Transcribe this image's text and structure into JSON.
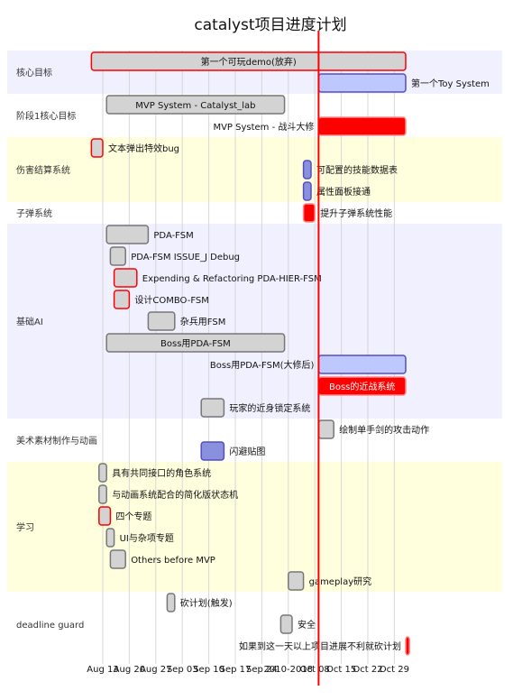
{
  "chart_data": {
    "type": "gantt",
    "title": "catalyst项目进度计划",
    "today": "2018-10-09",
    "x_ticks": [
      "Aug 13",
      "Aug 20",
      "Aug 27",
      "Sep 03",
      "Sep 10",
      "Sep 17",
      "Sep 24",
      "2010-2018",
      "Oct 08",
      "Oct 15",
      "Oct 22",
      "Oct 29"
    ],
    "colors": {
      "done_fill": "#d3d3d3",
      "done_border": "#777777",
      "active_fill": "#bfc7ff",
      "active_border": "#534fbc",
      "crit_fill": "#ff0000",
      "crit_border": "#ff8888",
      "section_odd": "#f1f0ff",
      "section_even": "#ffffff",
      "section_yellow": "#ffffde",
      "today_line": "#ff0000",
      "grid": "#d3d3d3"
    },
    "sections": [
      {
        "name": "核心目标",
        "tasks": [
          {
            "label": "第一个可玩demo(放弃)",
            "start": "2018-08-10",
            "end": "2018-11-01",
            "status": "done-crit"
          },
          {
            "label": "第一个Toy System",
            "start": "2018-10-09",
            "end": "2018-11-01",
            "status": "active"
          }
        ]
      },
      {
        "name": "阶段1核心目标",
        "tasks": [
          {
            "label": "MVP System - Catalyst_lab",
            "start": "2018-08-14",
            "end": "2018-09-30",
            "status": "done"
          },
          {
            "label": "MVP System - 战斗大修",
            "start": "2018-10-09",
            "end": "2018-11-01",
            "status": "crit"
          }
        ]
      },
      {
        "name": "伤害结算系统",
        "tasks": [
          {
            "label": "文本弹出特效bug",
            "start": "2018-08-10",
            "end": "2018-08-13",
            "status": "done-crit"
          },
          {
            "label": "可配置的技能数据表",
            "start": "2018-10-05",
            "end": "2018-10-07",
            "status": "active-done"
          },
          {
            "label": "属性面板接通",
            "start": "2018-10-05",
            "end": "2018-10-07",
            "status": "active-done"
          }
        ]
      },
      {
        "name": "子弹系统",
        "tasks": [
          {
            "label": "提升子弹系统性能",
            "start": "2018-10-05",
            "end": "2018-10-08",
            "status": "crit"
          }
        ]
      },
      {
        "name": "基础AI",
        "tasks": [
          {
            "label": "PDA-FSM",
            "start": "2018-08-14",
            "end": "2018-08-25",
            "status": "done"
          },
          {
            "label": "PDA-FSM ISSUE_J Debug",
            "start": "2018-08-15",
            "end": "2018-08-19",
            "status": "done"
          },
          {
            "label": "Expending & Refactoring PDA-HIER-FSM",
            "start": "2018-08-16",
            "end": "2018-08-22",
            "status": "done-crit"
          },
          {
            "label": "设计COMBO-FSM",
            "start": "2018-08-16",
            "end": "2018-08-20",
            "status": "done-crit"
          },
          {
            "label": "杂兵用FSM",
            "start": "2018-08-25",
            "end": "2018-09-01",
            "status": "done"
          },
          {
            "label": "Boss用PDA-FSM",
            "start": "2018-08-14",
            "end": "2018-09-30",
            "status": "done"
          },
          {
            "label": "Boss用PDA-FSM(大修后)",
            "start": "2018-10-09",
            "end": "2018-11-01",
            "status": "active"
          },
          {
            "label": "Boss的近战系统",
            "start": "2018-10-09",
            "end": "2018-11-01",
            "status": "crit"
          },
          {
            "label": "玩家的近身锁定系统",
            "start": "2018-09-08",
            "end": "2018-09-14",
            "status": "done"
          }
        ]
      },
      {
        "name": "美术素材制作与动画",
        "tasks": [
          {
            "label": "绘制单手剑的攻击动作",
            "start": "2018-10-09",
            "end": "2018-10-13",
            "status": "done"
          },
          {
            "label": "闪避贴图",
            "start": "2018-09-08",
            "end": "2018-09-14",
            "status": "active-done"
          }
        ]
      },
      {
        "name": "学习",
        "tasks": [
          {
            "label": "具有共同接口的角色系统",
            "start": "2018-08-12",
            "end": "2018-08-14",
            "status": "done"
          },
          {
            "label": "与动画系统配合的简化版状态机",
            "start": "2018-08-12",
            "end": "2018-08-14",
            "status": "done"
          },
          {
            "label": "四个专题",
            "start": "2018-08-12",
            "end": "2018-08-15",
            "status": "done-crit"
          },
          {
            "label": "UI与杂项专题",
            "start": "2018-08-14",
            "end": "2018-08-16",
            "status": "done"
          },
          {
            "label": "Others before MVP",
            "start": "2018-08-15",
            "end": "2018-08-19",
            "status": "done"
          },
          {
            "label": "gameplay研究",
            "start": "2018-10-01",
            "end": "2018-10-05",
            "status": "done"
          }
        ]
      },
      {
        "name": "deadline guard",
        "tasks": [
          {
            "label": "砍计划(触发)",
            "start": "2018-08-30",
            "end": "2018-09-01",
            "status": "done"
          },
          {
            "label": "安全",
            "start": "2018-09-29",
            "end": "2018-10-02",
            "status": "done"
          },
          {
            "label": "如果到这一天以上项目进展不利就砍计划",
            "start": "2018-11-01",
            "end": "2018-11-02",
            "status": "crit"
          }
        ]
      }
    ]
  }
}
